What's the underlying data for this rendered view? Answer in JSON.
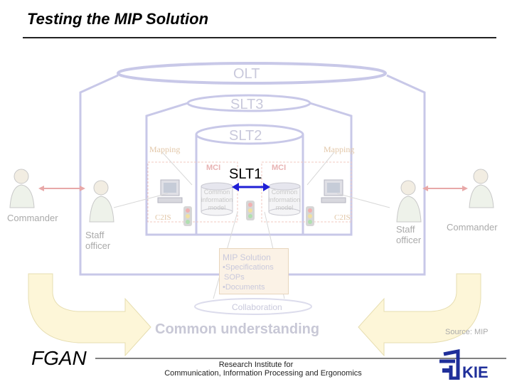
{
  "title": "Testing the MIP Solution",
  "layers": {
    "olt": "OLT",
    "slt3": "SLT3",
    "slt2": "SLT2",
    "slt1": "SLT1"
  },
  "mapping_left": "Mapping",
  "mapping_right": "Mapping",
  "mci_left": "MCI",
  "mci_right": "MCI",
  "model_left": "Common information model",
  "model_right": "Common information model",
  "c2is_left": "C2IS",
  "c2is_right": "C2IS",
  "commander_left": "Commander",
  "commander_right": "Commander",
  "staff_left": "Staff officer",
  "staff_right": "Staff officer",
  "mip_solution": {
    "heading": "MIP Solution",
    "items": [
      "•Specifications",
      "SOPs",
      "•Documents"
    ]
  },
  "collaboration": "Collaboration",
  "common_understanding": "Common understanding",
  "source": "Source: MIP",
  "footer": {
    "org": "FGAN",
    "institute_line1": "Research Institute for",
    "institute_line2": "Communication, Information Processing and Ergonomics",
    "logo_text": "KIE"
  },
  "colors": {
    "layer_outline": "#c8c8e8",
    "slt1_arrow": "#1f1fd6",
    "arrow_fill": "#fdf6d8",
    "mip_box": "#fbf2e6"
  }
}
